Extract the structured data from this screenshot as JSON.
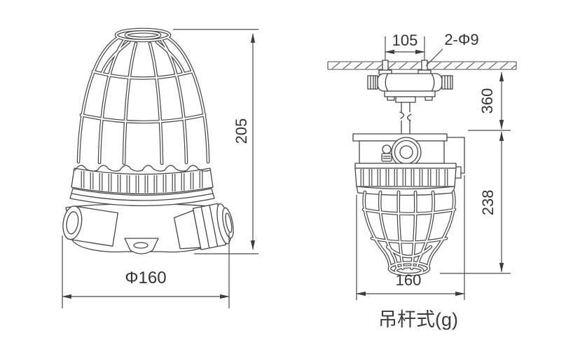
{
  "left_view": {
    "dim_height": "205",
    "dim_diameter": "Φ160"
  },
  "right_view": {
    "dim_hole_spacing": "105",
    "dim_holes": "2-Φ9",
    "dim_drop": "360",
    "dim_body_height": "238",
    "dim_width": "160",
    "caption": "吊杆式(g)"
  },
  "colors": {
    "background": "#ffffff",
    "line": "#444444",
    "text": "#333333"
  }
}
